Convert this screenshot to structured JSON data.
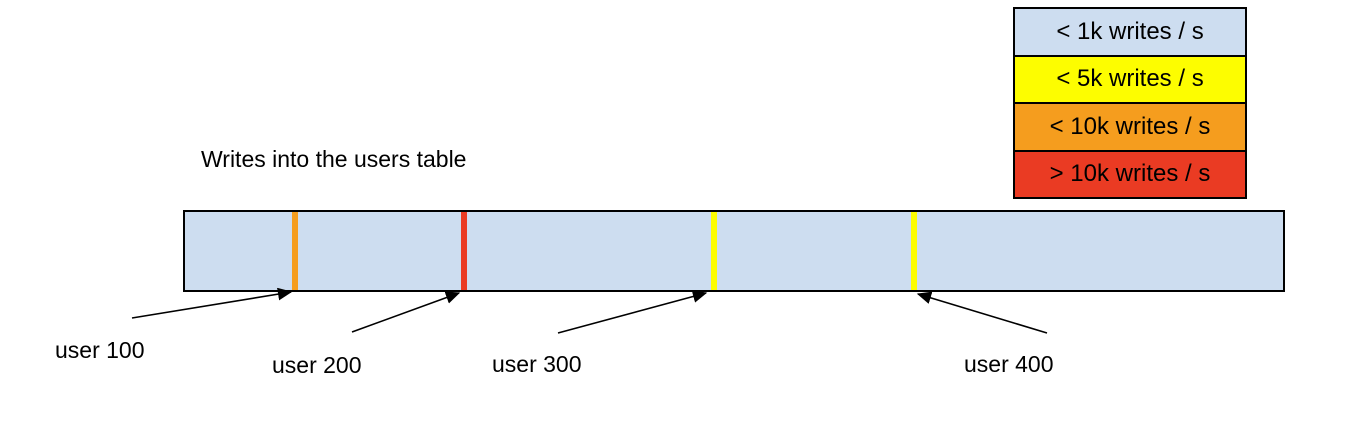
{
  "title": "Writes into the users table",
  "colors": {
    "bar_fill": "#cdddf0",
    "border": "#000000",
    "blue": "#cdddf0",
    "yellow": "#fdfd00",
    "orange": "#f59d1e",
    "red": "#ea3b23"
  },
  "legend": {
    "items": [
      {
        "label": "< 1k writes / s",
        "color": "#cdddf0"
      },
      {
        "label": "< 5k writes / s",
        "color": "#fdfd00"
      },
      {
        "label": "< 10k writes / s",
        "color": "#f59d1e"
      },
      {
        "label": "> 10k writes / s",
        "color": "#ea3b23"
      }
    ]
  },
  "bar": {
    "markers": [
      {
        "user": "user 100",
        "rate": "< 10k writes / s",
        "color": "#f59d1e",
        "position_pct": 10.0
      },
      {
        "user": "user 200",
        "rate": "> 10k writes / s",
        "color": "#ea3b23",
        "position_pct": 25.4
      },
      {
        "user": "user 300",
        "rate": "< 5k writes / s",
        "color": "#fdfd00",
        "position_pct": 48.2
      },
      {
        "user": "user 400",
        "rate": "< 5k writes / s",
        "color": "#fdfd00",
        "position_pct": 66.4
      }
    ]
  }
}
